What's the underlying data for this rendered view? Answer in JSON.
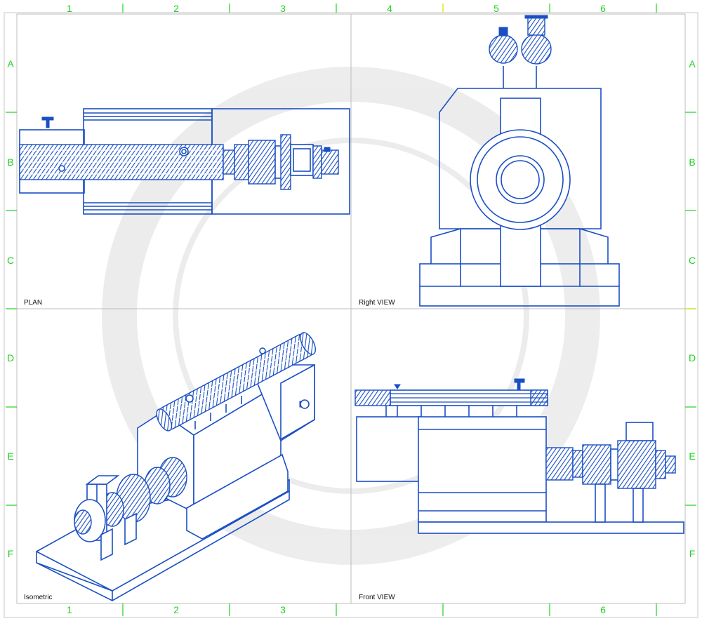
{
  "drawing": {
    "column_markers": [
      "1",
      "2",
      "3",
      "4",
      "5",
      "6"
    ],
    "row_markers": [
      "A",
      "B",
      "C",
      "D",
      "E",
      "F"
    ],
    "views": {
      "plan": "PLAN",
      "right": "Right VIEW",
      "iso": "Isometric",
      "front": "Front VIEW"
    }
  },
  "colors": {
    "line": "#1a4fc4",
    "grid_marker": "#1fd11f",
    "border": "#c7c7c7"
  }
}
